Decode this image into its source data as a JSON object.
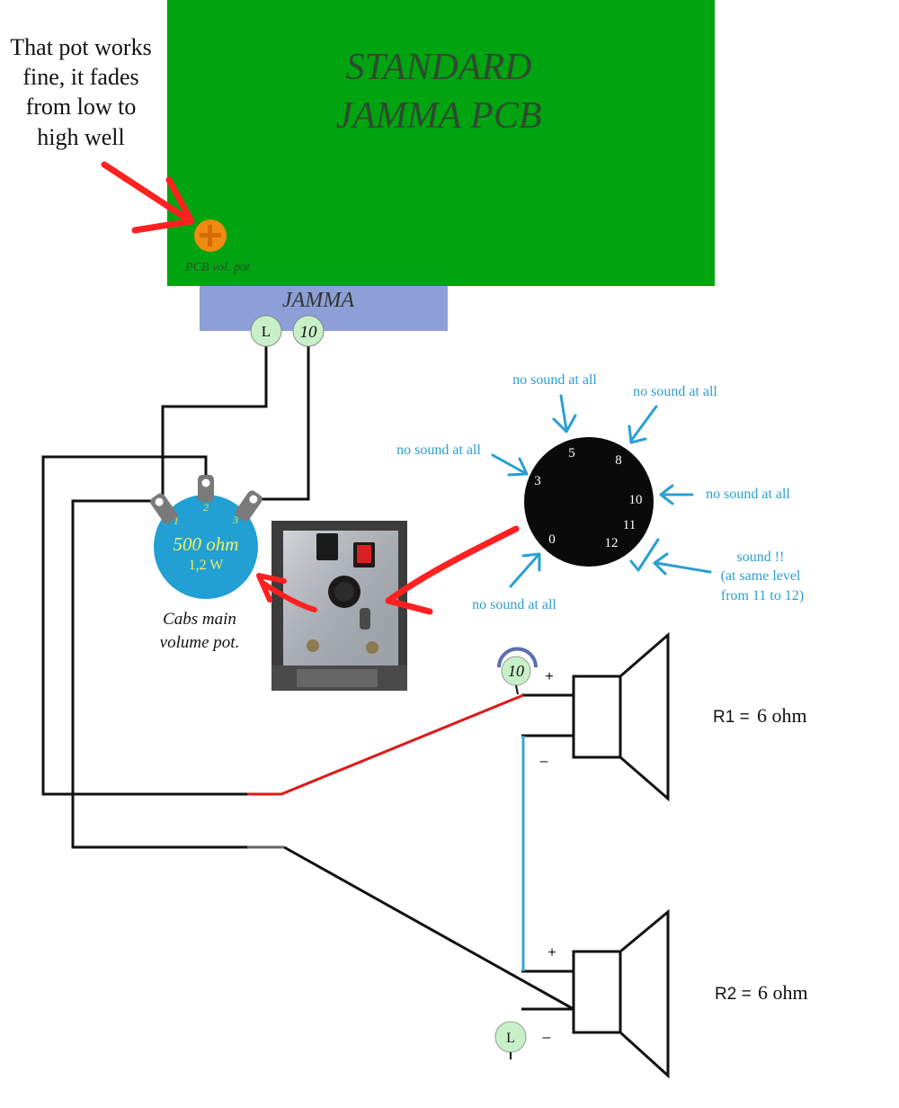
{
  "pcb": {
    "title_line1": "STANDARD",
    "title_line2": "JAMMA PCB",
    "pot_label": "PCB vol. pot",
    "color": "#00a410"
  },
  "jamma": {
    "label": "JAMMA",
    "color": "#8c9fd6",
    "pin_left": "L",
    "pin_right": "10"
  },
  "top_note": {
    "line1": "That pot works",
    "line2": "fine, it fades",
    "line3": "from low to",
    "line4": "high well"
  },
  "main_pot": {
    "value": "500 ohm",
    "power": "1,2 W",
    "pin1": "1",
    "pin2": "2",
    "pin3": "3",
    "caption_line1": "Cabs main",
    "caption_line2": "volume pot.",
    "color": "#22a0d4"
  },
  "knob": {
    "marks": [
      "0",
      "3",
      "5",
      "8",
      "10",
      "11",
      "12"
    ]
  },
  "knob_notes": {
    "top_left": "no sound at all",
    "top_right": "no sound at all",
    "left": "no sound at all",
    "right": "no sound at all",
    "bottom": "no sound at all",
    "sound_line1": "sound !!",
    "sound_line2": "(at same level",
    "sound_line3": "from 11 to 12)",
    "color": "#2b9fd2"
  },
  "speakers": {
    "r1_label": "R1 =",
    "r1_value": "6 ohm",
    "r2_label": "R2 =",
    "r2_value": "6 ohm",
    "plus": "+",
    "minus": "–",
    "pin_top": "10",
    "pin_bottom": "L"
  },
  "colors": {
    "arrow_red": "#ff2020",
    "wire_red": "#e01818",
    "pin_fill": "#c8f0c8",
    "link_blue": "#3aa7d0"
  }
}
